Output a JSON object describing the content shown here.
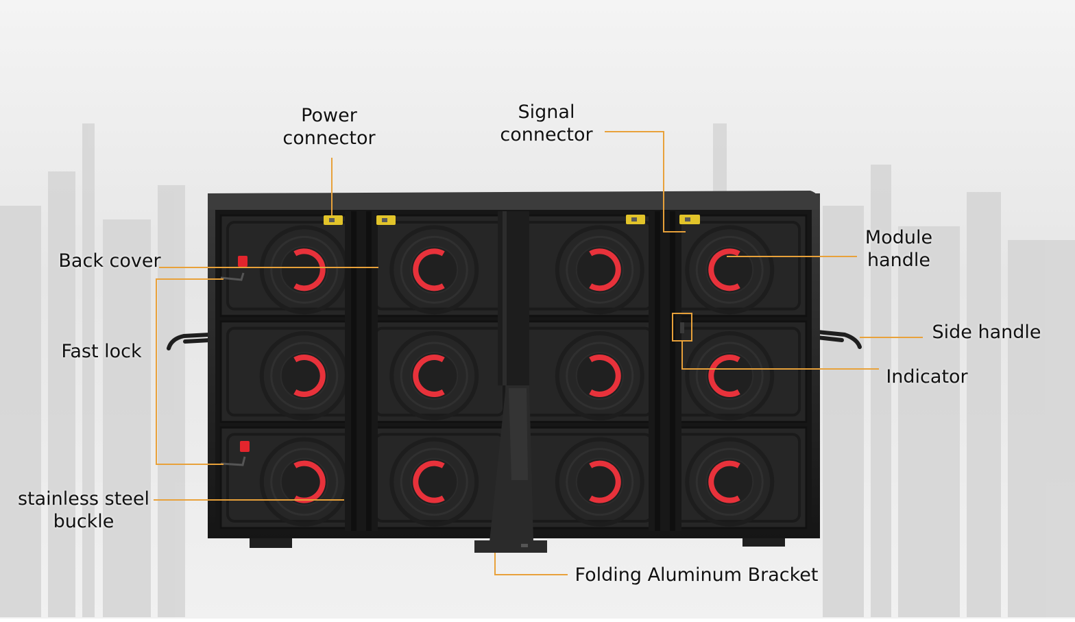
{
  "labels": {
    "power_connector": [
      "Power",
      "connector"
    ],
    "signal_connector": [
      "Signal",
      "connector"
    ],
    "back_cover": "Back cover",
    "fast_lock": "Fast lock",
    "stainless_buckle": [
      "stainless steel",
      "buckle"
    ],
    "module_handle": [
      "Module",
      "handle"
    ],
    "side_handle": "Side handle",
    "indicator": "Indicator",
    "folding_bracket": "Folding Aluminum Bracket"
  },
  "colors": {
    "leader_line": "#e8a13a",
    "cabinet_frame": "#1b1b1b",
    "module_face": "#262626",
    "handle_ring": "#e8323b",
    "connector": "#e2c42a",
    "background": "#efefef"
  },
  "grid": {
    "rows": 3,
    "columns": 4
  }
}
